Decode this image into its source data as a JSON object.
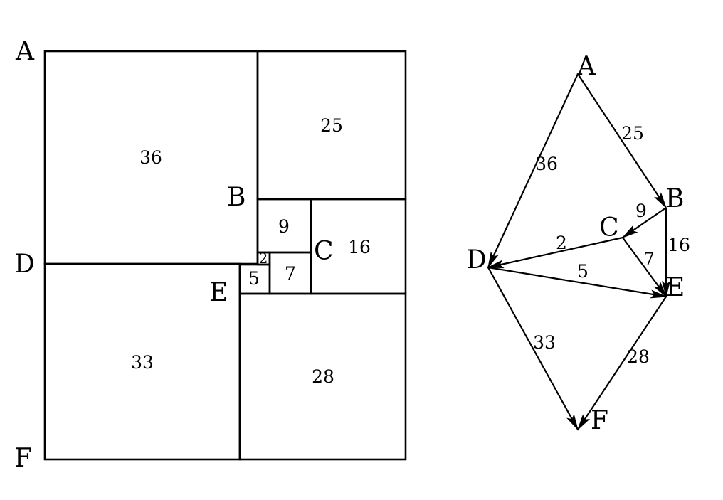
{
  "tiling": {
    "corner_labels": [
      "A",
      "D",
      "F",
      "B",
      "C",
      "E"
    ],
    "squares": [
      {
        "id": "sq36",
        "label": "36"
      },
      {
        "id": "sq25",
        "label": "25"
      },
      {
        "id": "sq9",
        "label": "9"
      },
      {
        "id": "sq16",
        "label": "16"
      },
      {
        "id": "sq2",
        "label": "2"
      },
      {
        "id": "sq7",
        "label": "7"
      },
      {
        "id": "sq5",
        "label": "5"
      },
      {
        "id": "sq33",
        "label": "33"
      },
      {
        "id": "sq28",
        "label": "28"
      }
    ]
  },
  "graph": {
    "nodes": [
      {
        "id": "A",
        "label": "A"
      },
      {
        "id": "B",
        "label": "B"
      },
      {
        "id": "C",
        "label": "C"
      },
      {
        "id": "D",
        "label": "D"
      },
      {
        "id": "E",
        "label": "E"
      },
      {
        "id": "F",
        "label": "F"
      }
    ],
    "edges": [
      {
        "from": "A",
        "to": "D",
        "label": "36"
      },
      {
        "from": "A",
        "to": "B",
        "label": "25"
      },
      {
        "from": "B",
        "to": "C",
        "label": "9"
      },
      {
        "from": "B",
        "to": "E",
        "label": "16"
      },
      {
        "from": "C",
        "to": "D",
        "label": "2"
      },
      {
        "from": "C",
        "to": "E",
        "label": "7"
      },
      {
        "from": "D",
        "to": "E",
        "label": "5"
      },
      {
        "from": "D",
        "to": "F",
        "label": "33"
      },
      {
        "from": "E",
        "to": "F",
        "label": "28"
      }
    ]
  }
}
